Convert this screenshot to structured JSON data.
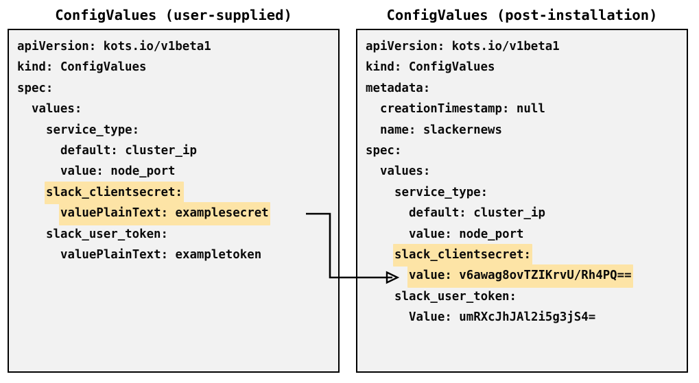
{
  "diagram": {
    "type": "flow-comparison",
    "description": "Two side-by-side YAML ConfigValues documents with a connector arrow showing a plaintext secret being encrypted after installation",
    "colors": {
      "panel_background": "#f2f2f2",
      "panel_border": "#000000",
      "highlight": "#fde4a6",
      "text": "#0a0a0a",
      "connector": "#000000",
      "page_background": "#ffffff"
    }
  },
  "panels": {
    "left": {
      "title": "ConfigValues (user-supplied)",
      "lines": [
        {
          "indent": 0,
          "text": "apiVersion: kots.io/v1beta1",
          "highlight": false
        },
        {
          "indent": 0,
          "text": "kind: ConfigValues",
          "highlight": false
        },
        {
          "indent": 0,
          "text": "spec:",
          "highlight": false
        },
        {
          "indent": 1,
          "text": "values:",
          "highlight": false
        },
        {
          "indent": 2,
          "text": "service_type:",
          "highlight": false
        },
        {
          "indent": 3,
          "text": "default: cluster_ip",
          "highlight": false
        },
        {
          "indent": 3,
          "text": "value: node_port",
          "highlight": false
        },
        {
          "indent": 2,
          "text": "slack_clientsecret:",
          "highlight": true
        },
        {
          "indent": 3,
          "text": "valuePlainText: examplesecret",
          "highlight": true
        },
        {
          "indent": 2,
          "text": "slack_user_token:",
          "highlight": false
        },
        {
          "indent": 3,
          "text": "valuePlainText: exampletoken",
          "highlight": false
        }
      ]
    },
    "right": {
      "title": "ConfigValues (post-installation)",
      "lines": [
        {
          "indent": 0,
          "text": "apiVersion: kots.io/v1beta1",
          "highlight": false
        },
        {
          "indent": 0,
          "text": "kind: ConfigValues",
          "highlight": false
        },
        {
          "indent": 0,
          "text": "metadata:",
          "highlight": false
        },
        {
          "indent": 1,
          "text": "creationTimestamp: null",
          "highlight": false
        },
        {
          "indent": 1,
          "text": "name: slackernews",
          "highlight": false
        },
        {
          "indent": 0,
          "text": "spec:",
          "highlight": false
        },
        {
          "indent": 1,
          "text": "values:",
          "highlight": false
        },
        {
          "indent": 2,
          "text": "service_type:",
          "highlight": false
        },
        {
          "indent": 3,
          "text": "default: cluster_ip",
          "highlight": false
        },
        {
          "indent": 3,
          "text": "value: node_port",
          "highlight": false
        },
        {
          "indent": 2,
          "text": "slack_clientsecret:",
          "highlight": true
        },
        {
          "indent": 3,
          "text": "value: v6awag8ovTZIKrvU/Rh4PQ==",
          "highlight": true
        },
        {
          "indent": 2,
          "text": "slack_user_token:",
          "highlight": false
        },
        {
          "indent": 3,
          "text": "Value: umRXcJhJAl2i5g3jS4=",
          "highlight": false
        }
      ]
    }
  },
  "connector": {
    "name": "plaintext-to-encrypted-arrow",
    "from_line": "valuePlainText: examplesecret",
    "to_line": "value: v6awag8ovTZIKrvU/Rh4PQ==",
    "arrow_head": "open-triangle"
  }
}
